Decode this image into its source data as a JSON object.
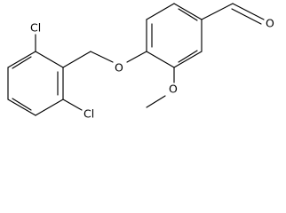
{
  "molecule": {
    "atoms": {
      "cl_top": "Cl",
      "cl_bottom": "Cl",
      "ether_oxygen": "O",
      "methoxy_oxygen": "O",
      "aldehyde_oxygen": "O"
    }
  }
}
